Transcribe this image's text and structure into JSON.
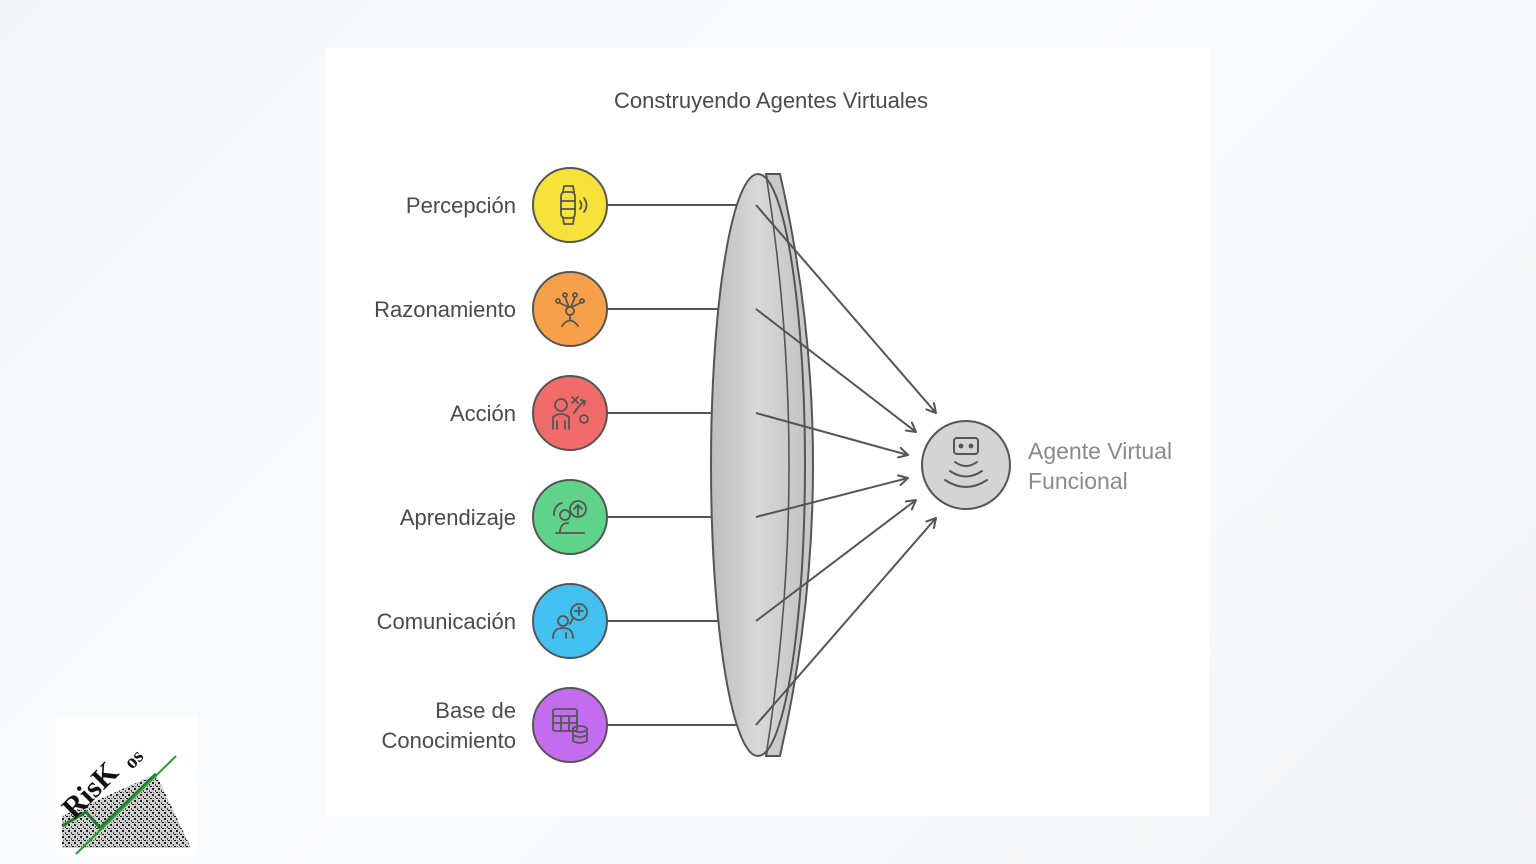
{
  "title": "Construyendo Agentes Virtuales",
  "components": [
    {
      "label": "Percepción",
      "color": "#f7e23a",
      "icon": "smartwatch-signal-icon"
    },
    {
      "label": "Razonamiento",
      "color": "#f7a04a",
      "icon": "person-network-icon"
    },
    {
      "label": "Acción",
      "color": "#f26b6b",
      "icon": "person-strategy-icon"
    },
    {
      "label": "Aprendizaje",
      "color": "#5fd38a",
      "icon": "learning-brain-icon"
    },
    {
      "label": "Comunicación",
      "color": "#42c0f0",
      "icon": "person-chat-icon"
    },
    {
      "label": "Base de Conocimiento",
      "label_line1": "Base de",
      "label_line2": "Conocimiento",
      "color": "#c46cf0",
      "icon": "database-table-icon"
    }
  ],
  "result": {
    "line1": "Agente Virtual",
    "line2": "Funcional",
    "icon": "robot-signal-icon"
  },
  "logo": {
    "text": "RisKos"
  }
}
